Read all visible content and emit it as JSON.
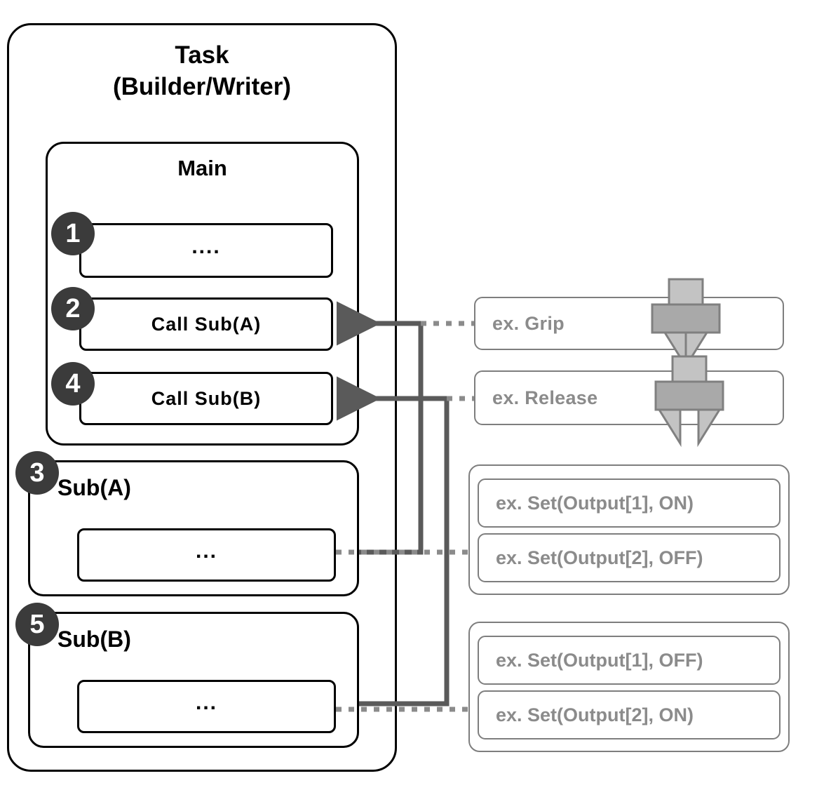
{
  "diagram": {
    "title": "Task program structure (Builder/Writer) with Main, Sub(A), Sub(B) and example instructions"
  },
  "task": {
    "title_line1": "Task",
    "title_line2": "(Builder/Writer)"
  },
  "main": {
    "title": "Main",
    "steps": [
      {
        "badge": "1",
        "label": "...."
      },
      {
        "badge": "2",
        "label": "Call Sub(A)"
      },
      {
        "badge": "4",
        "label": "Call Sub(B)"
      }
    ]
  },
  "subs": [
    {
      "badge": "3",
      "title": "Sub(A)",
      "body": "..."
    },
    {
      "badge": "5",
      "title": "Sub(B)",
      "body": "..."
    }
  ],
  "examples": {
    "actions": [
      {
        "label": "ex. Grip",
        "icon": "gripper-closed-icon"
      },
      {
        "label": "ex. Release",
        "icon": "gripper-open-icon"
      }
    ],
    "group_a": [
      "ex. Set(Output[1], ON)",
      "ex. Set(Output[2], OFF)"
    ],
    "group_b": [
      "ex. Set(Output[1], OFF)",
      "ex. Set(Output[2], ON)"
    ]
  },
  "colors": {
    "outline": "#000000",
    "badge_fill": "#3b3b3b",
    "badge_text": "#ffffff",
    "example_text": "#8b8b8b",
    "example_border": "#7e7e7e",
    "wire": "#5a5a5a",
    "gripper_body": "#a9a9a9",
    "gripper_light": "#c3c3c3",
    "gripper_stroke": "#808080"
  }
}
